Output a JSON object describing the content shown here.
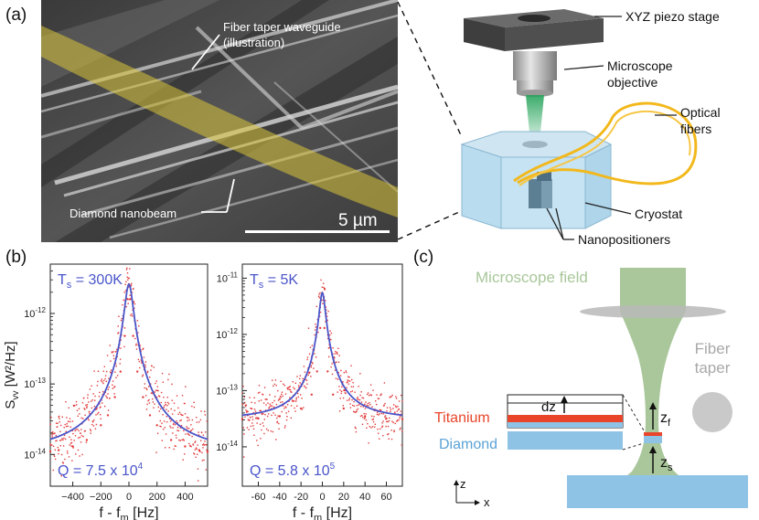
{
  "panel_labels": {
    "a": "(a)",
    "b": "(b)",
    "c": "(c)"
  },
  "panel_a": {
    "sem": {
      "taper_label_line1": "Fiber taper waveguide",
      "taper_label_line2": "(illustration)",
      "nanobeam_label": "Diamond nanobeam",
      "scalebar_label": "5 µm"
    },
    "setup": {
      "stage_label": "XYZ piezo stage",
      "objective_line1": "Microscope",
      "objective_line2": "objective",
      "fibers_line1": "Optical",
      "fibers_line2": "fibers",
      "cryostat_label": "Cryostat",
      "nanopositioners_label": "Nanopositioners"
    }
  },
  "panel_c": {
    "field_label": "Microscope field",
    "taper_line1": "Fiber",
    "taper_line2": "taper",
    "titanium_label": "Titanium",
    "diamond_label": "Diamond",
    "dz_label": "dz",
    "zf_label": "z",
    "zf_sub": "f",
    "zs_label": "z",
    "zs_sub": "s",
    "axis_z": "z",
    "axis_x": "x",
    "colors": {
      "field": "#a9c79a",
      "titanium": "#e8452a",
      "diamond": "#8fc3e6",
      "text_blue": "#5ba3d6"
    }
  },
  "chart_data": [
    {
      "type": "scatter",
      "title": "",
      "annotation_ts": "T",
      "annotation_ts_sub": "s",
      "annotation_ts_value": "= 300K",
      "annotation_q": "Q = 7.5 x 10",
      "annotation_q_exp": "4",
      "xlabel": "f - f",
      "xlabel_sub": "m",
      "xlabel_unit": " [Hz]",
      "ylabel": "S",
      "ylabel_sub": "vv",
      "ylabel_unit": " [W²/Hz]",
      "xlim": [
        -560,
        560
      ],
      "ylim_log10": [
        -14.45,
        -11.3
      ],
      "log_y": true,
      "xticks": [
        -400,
        -200,
        0,
        200,
        400
      ],
      "xtick_labels": [
        "−400",
        "−200",
        "0",
        "200",
        "400"
      ],
      "yticks_log10": [
        -14,
        -13,
        -12
      ],
      "ytick_labels": [
        {
          "base": "10",
          "exp": "-14"
        },
        {
          "base": "10",
          "exp": "-13"
        },
        {
          "base": "10",
          "exp": "-12"
        }
      ],
      "fit": {
        "f0": 0,
        "gamma": 28,
        "peak": 2.6e-12,
        "background": 1e-14
      },
      "series": [
        {
          "values": [
            [
              -560,
              1.1e-14
            ],
            [
              -500,
              1.15e-14
            ],
            [
              -400,
              1.3e-14
            ],
            [
              -300,
              1.6e-14
            ],
            [
              -200,
              2.6e-14
            ],
            [
              -150,
              3.6e-14
            ],
            [
              -100,
              6.5e-14
            ],
            [
              -60,
              1.5e-13
            ],
            [
              -30,
              4.8e-13
            ],
            [
              -10,
              1.6e-12
            ],
            [
              0,
              2.6e-12
            ],
            [
              10,
              1.6e-12
            ],
            [
              30,
              4.8e-13
            ],
            [
              60,
              1.5e-13
            ],
            [
              100,
              6.5e-14
            ],
            [
              150,
              3.6e-14
            ],
            [
              200,
              2.6e-14
            ],
            [
              300,
              1.6e-14
            ],
            [
              400,
              1.3e-14
            ],
            [
              500,
              1.15e-14
            ],
            [
              560,
              1.1e-14
            ]
          ]
        }
      ]
    },
    {
      "type": "scatter",
      "title": "",
      "annotation_ts": "T",
      "annotation_ts_sub": "s",
      "annotation_ts_value": "= 5K",
      "annotation_q": "Q = 5.8 x 10",
      "annotation_q_exp": "5",
      "xlabel": "f - f",
      "xlabel_sub": "m",
      "xlabel_unit": " [Hz]",
      "xlim": [
        -75,
        75
      ],
      "ylim_log10": [
        -14.7,
        -10.75
      ],
      "log_y": true,
      "xticks": [
        -60,
        -40,
        -20,
        0,
        20,
        40,
        60
      ],
      "xtick_labels": [
        "-60",
        "-40",
        "-20",
        "0",
        "20",
        "40",
        "60"
      ],
      "yticks_log10": [
        -14,
        -13,
        -12,
        -11
      ],
      "ytick_labels": [
        {
          "base": "10",
          "exp": "-14"
        },
        {
          "base": "10",
          "exp": "-13"
        },
        {
          "base": "10",
          "exp": "-12"
        },
        {
          "base": "10",
          "exp": "-11"
        }
      ],
      "fit": {
        "f0": 0,
        "gamma": 2.6,
        "peak": 5.5e-12,
        "background": 3e-14
      },
      "series": [
        {
          "values": [
            [
              -75,
              3.1e-14
            ],
            [
              -60,
              3.2e-14
            ],
            [
              -40,
              3.5e-14
            ],
            [
              -20,
              4.8e-14
            ],
            [
              -10,
              8.5e-14
            ],
            [
              -5,
              2.2e-13
            ],
            [
              -2,
              1.3e-12
            ],
            [
              0,
              5.5e-12
            ],
            [
              2,
              1.3e-12
            ],
            [
              5,
              2.2e-13
            ],
            [
              10,
              8.5e-14
            ],
            [
              20,
              4.8e-14
            ],
            [
              40,
              3.5e-14
            ],
            [
              60,
              3.2e-14
            ],
            [
              75,
              3.1e-14
            ]
          ]
        }
      ]
    }
  ]
}
